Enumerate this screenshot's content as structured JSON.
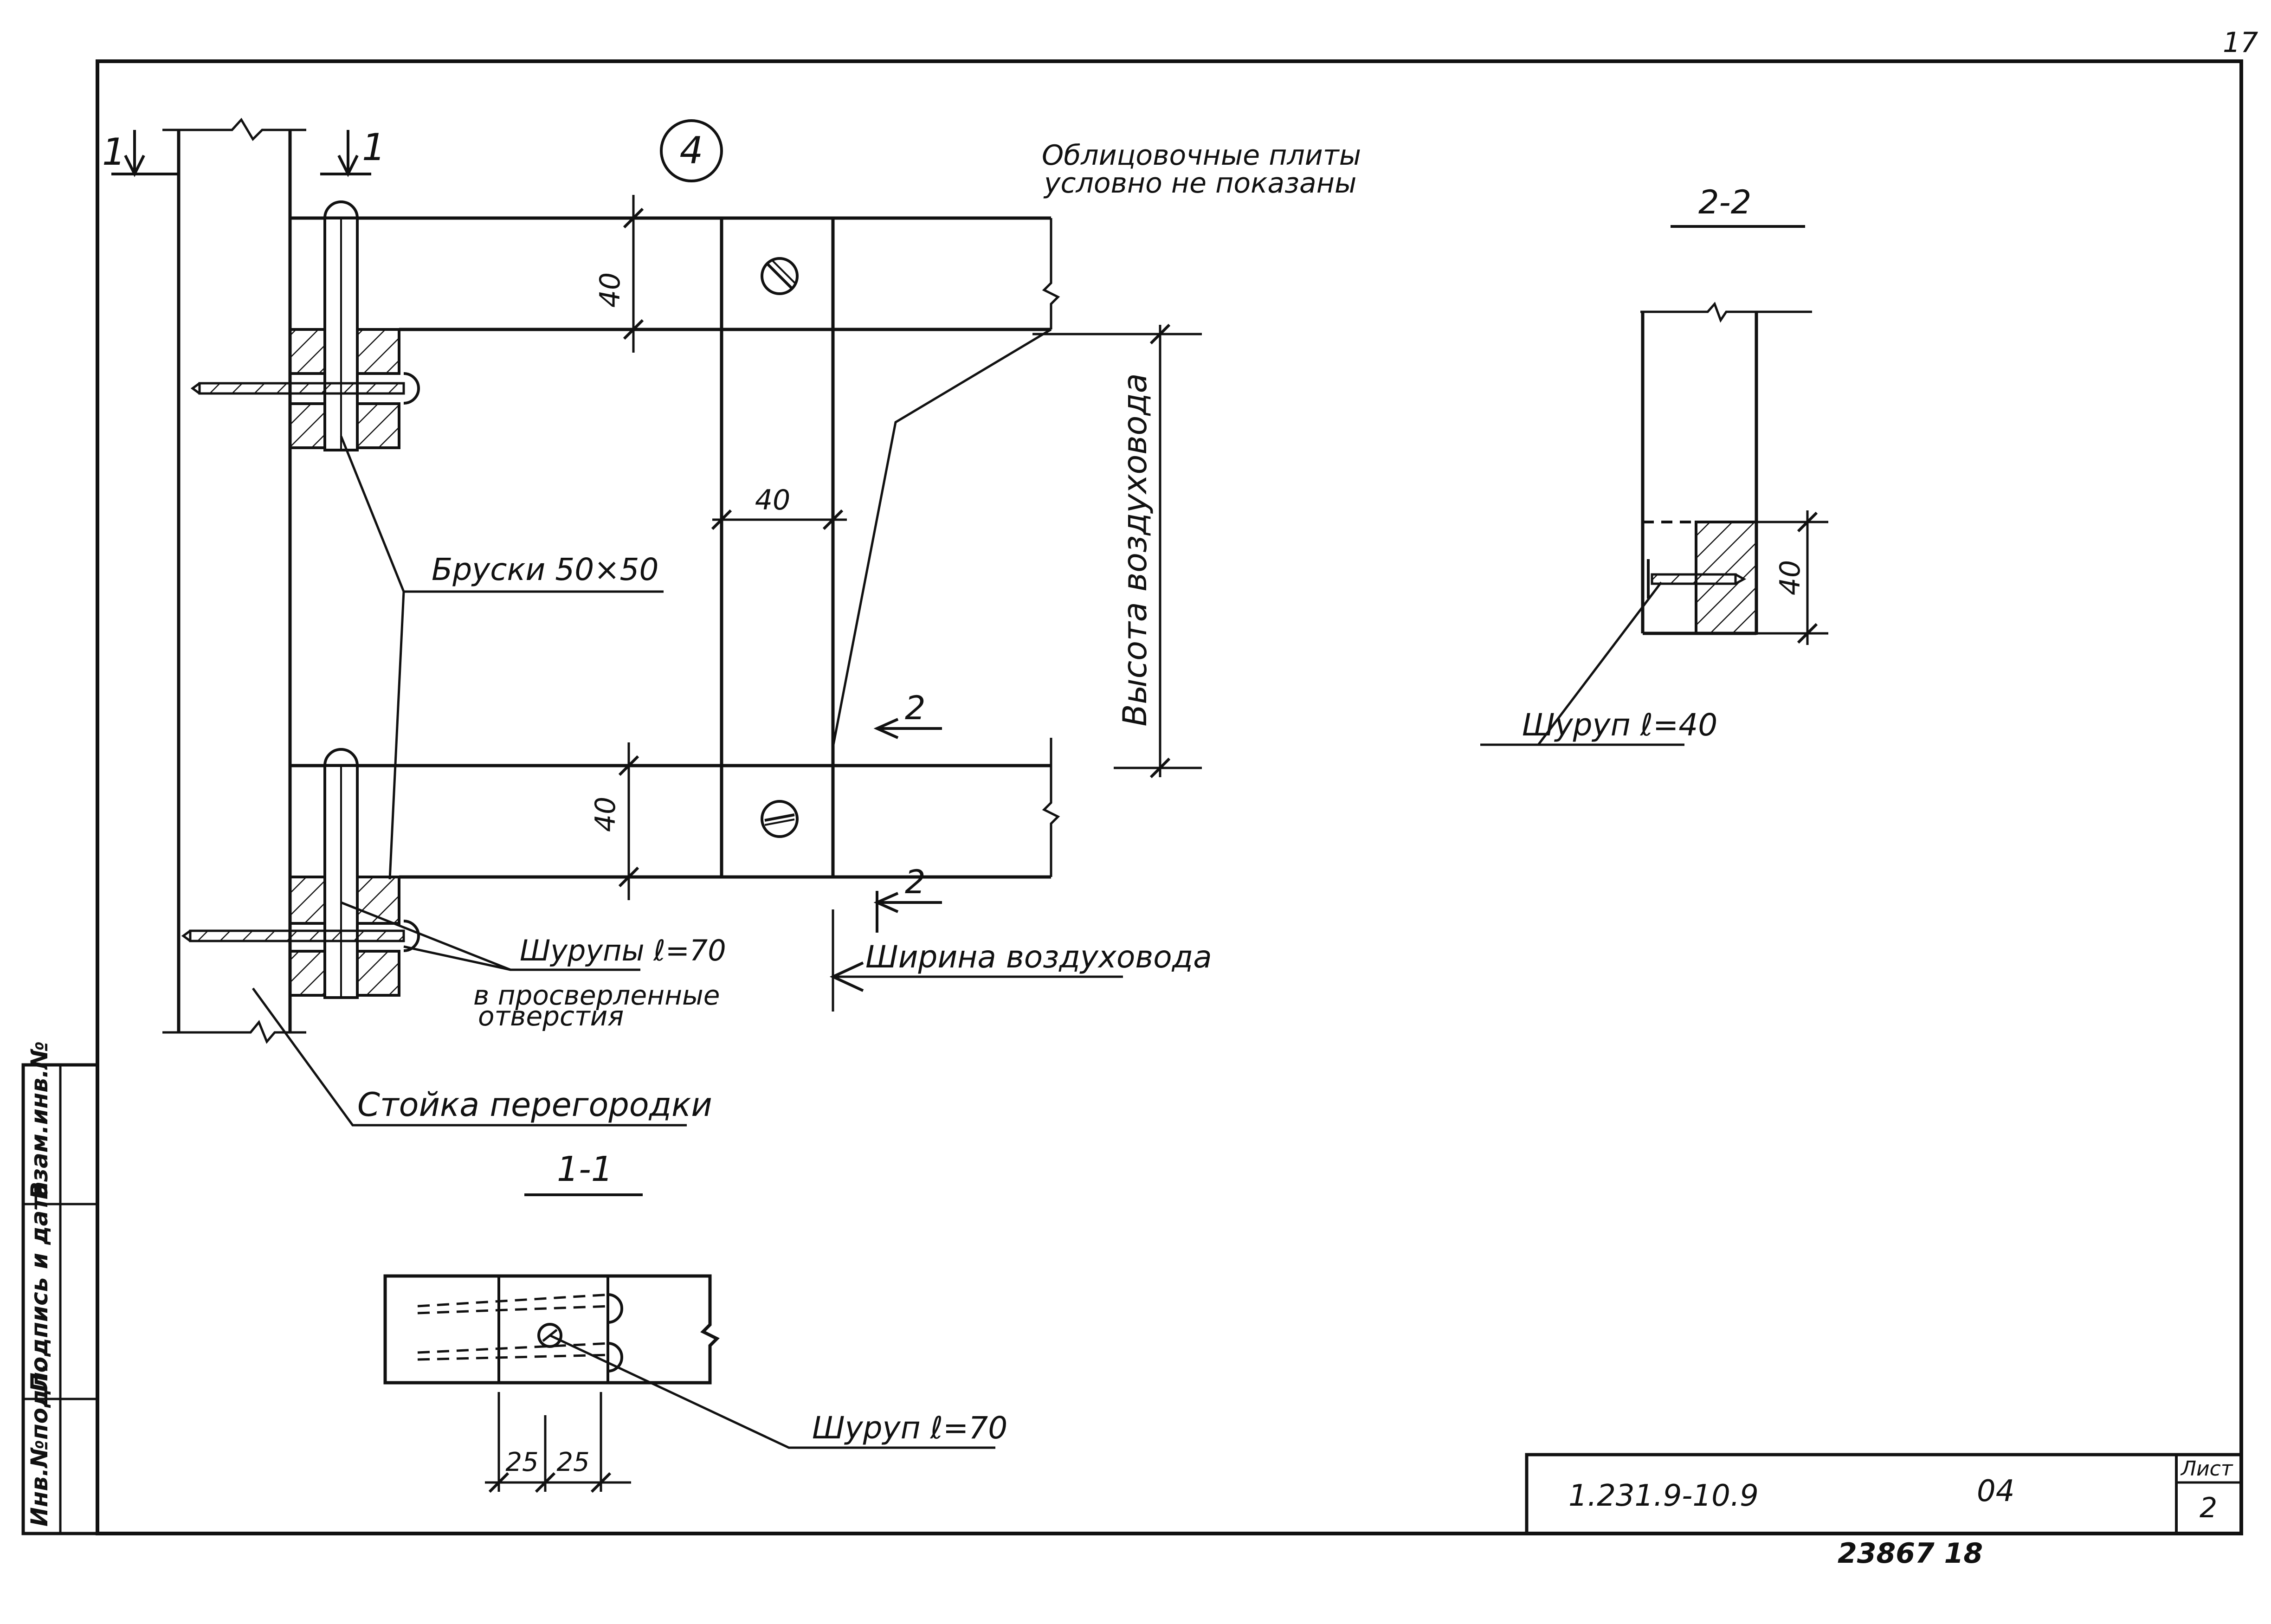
{
  "sheet_number_top": "17",
  "detail_number": "4",
  "notes": {
    "cladding_line1": "Облицовочные плиты",
    "cladding_line2": "условно не показаны",
    "bars": "Бруски 50×50",
    "screws_70_line1": "Шурупы ℓ=70",
    "screws_70_line2": "в просверленные",
    "screws_70_line3": "отверстия",
    "post": "Стойка перегородки",
    "duct_height": "Высота воздуховода",
    "duct_width": "Ширина воздуховода",
    "screw_40": "Шуруп ℓ=40",
    "screw_70": "Шуруп ℓ=70"
  },
  "section_marks": {
    "s1_left": "1",
    "s1_right": "1",
    "s2_upper": "2",
    "s2_lower": "2",
    "title_2_2": "2-2",
    "title_1_1": "1-1"
  },
  "dimensions": {
    "top_bar": "40",
    "bottom_bar": "40",
    "strap_width": "40",
    "section_2_2": "40",
    "s1_left": "25",
    "s1_right": "25"
  },
  "side_stamp": {
    "cell_1": "Инв.№подл.",
    "cell_2": "Подпись и дата",
    "cell_3": "Взам.инв.№"
  },
  "title_block": {
    "code": "1.231.9-10.9",
    "part": "04",
    "sheet_label": "Лист",
    "sheet_value": "2"
  },
  "footer_number": "23867 18"
}
